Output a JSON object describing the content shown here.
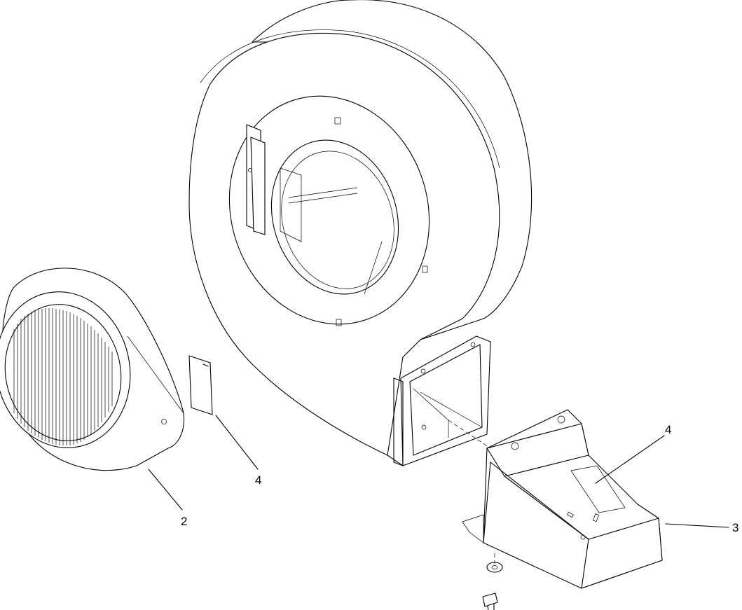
{
  "callouts": {
    "grille_cover": "2",
    "decal_left": "4",
    "decal_right": "4",
    "discharge_transition": "3"
  }
}
